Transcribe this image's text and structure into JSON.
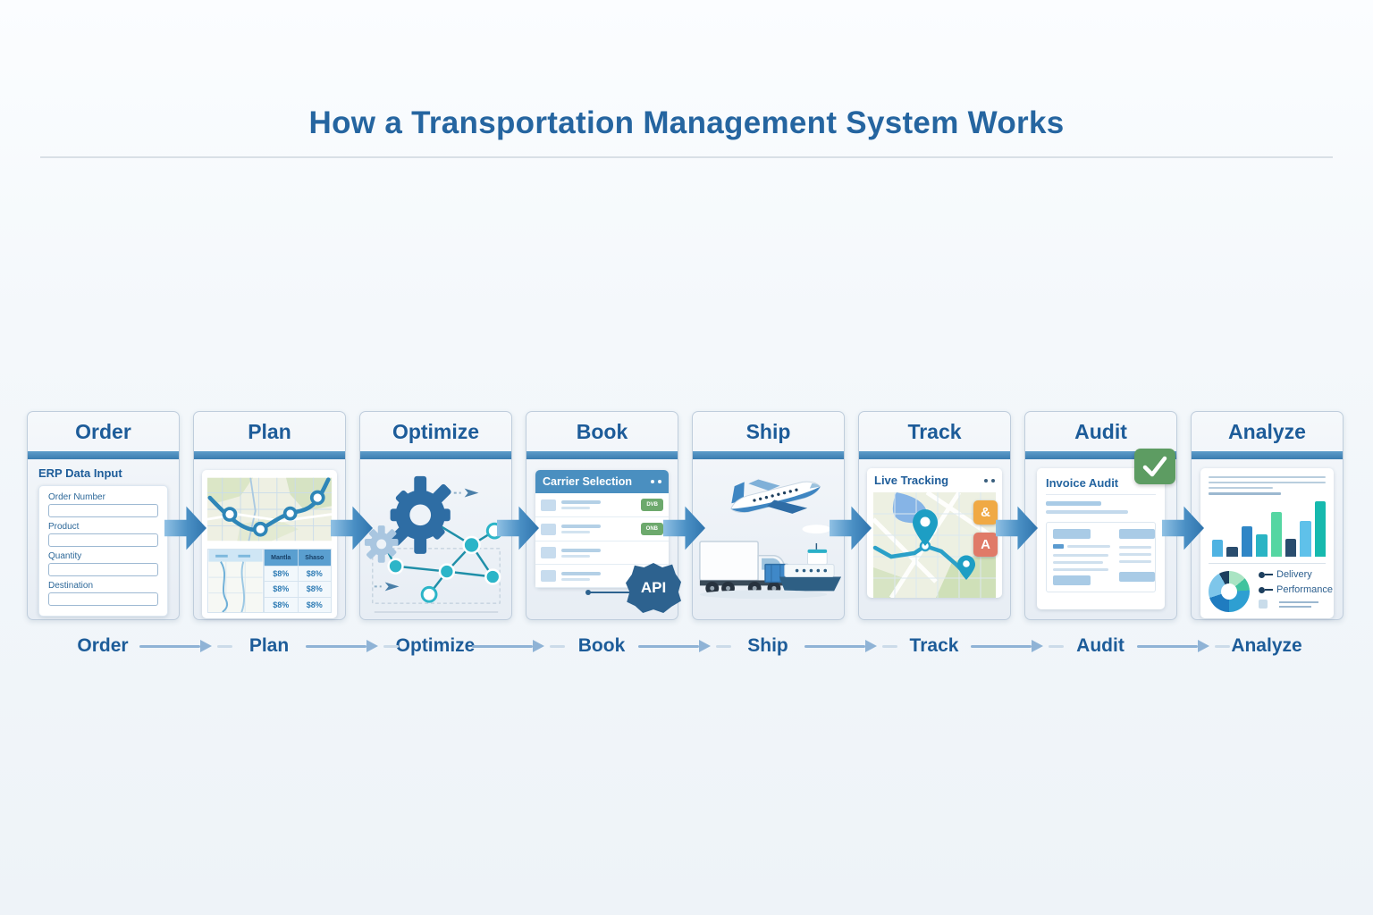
{
  "title": "How a Transportation Management System Works",
  "colors": {
    "title_text": "#2565a0",
    "card_header_text": "#1d5c99",
    "card_accent_bar": "#3a7cb0",
    "flow_arrow": "#2f74ad",
    "green_button": "#6da96d",
    "api_badge": "#2d628f",
    "check_badge": "#5d9c62",
    "badge_orange": "#f0a944",
    "badge_red": "#e07a68"
  },
  "steps": [
    {
      "label": "Order",
      "panel_title": "ERP Data Input",
      "fields": [
        {
          "label": "Order Number",
          "value": ""
        },
        {
          "label": "Product",
          "value": ""
        },
        {
          "label": "Quantity",
          "value": ""
        },
        {
          "label": "Destination",
          "value": ""
        }
      ]
    },
    {
      "label": "Plan",
      "table": {
        "headers": [
          "Mantla",
          "Shaso"
        ],
        "rows": [
          [
            "$8%",
            "$8%"
          ],
          [
            "$8%",
            "$8%"
          ],
          [
            "$8%",
            "$8%"
          ]
        ]
      }
    },
    {
      "label": "Optimize"
    },
    {
      "label": "Book",
      "panel_title": "Carrier Selection",
      "row_buttons": [
        "DVB",
        "ONB"
      ],
      "api_label": "API"
    },
    {
      "label": "Ship"
    },
    {
      "label": "Track",
      "panel_title": "Live Tracking",
      "badges": [
        "&",
        "A"
      ]
    },
    {
      "label": "Audit",
      "panel_title": "Invoice Audit"
    },
    {
      "label": "Analyze",
      "legend": [
        "Delivery",
        "Performance"
      ]
    }
  ],
  "timeline": [
    "Order",
    "Plan",
    "Optimize",
    "Book",
    "Ship",
    "Track",
    "Audit",
    "Analyze"
  ],
  "chart_data": [
    {
      "type": "bar",
      "title": "Analyze mini bar chart",
      "values": [
        30,
        17,
        55,
        40,
        80,
        33,
        64,
        100
      ],
      "colors": [
        "#4fb3e2",
        "#2a4d6e",
        "#2f86c6",
        "#2ab4c4",
        "#55d6a2",
        "#2a4d6e",
        "#5fc1ea",
        "#16b9ae"
      ]
    },
    {
      "type": "pie",
      "title": "Analyze mini donut chart",
      "segments": [
        {
          "value": 14,
          "color": "#a9e4c3"
        },
        {
          "value": 10,
          "color": "#3fc39e"
        },
        {
          "value": 26,
          "color": "#2e9fd2"
        },
        {
          "value": 20,
          "color": "#1f7cc0"
        },
        {
          "value": 22,
          "color": "#7ec6ea"
        },
        {
          "value": 8,
          "color": "#1d3f5e"
        }
      ],
      "legend": [
        "Delivery",
        "Performance"
      ]
    }
  ]
}
